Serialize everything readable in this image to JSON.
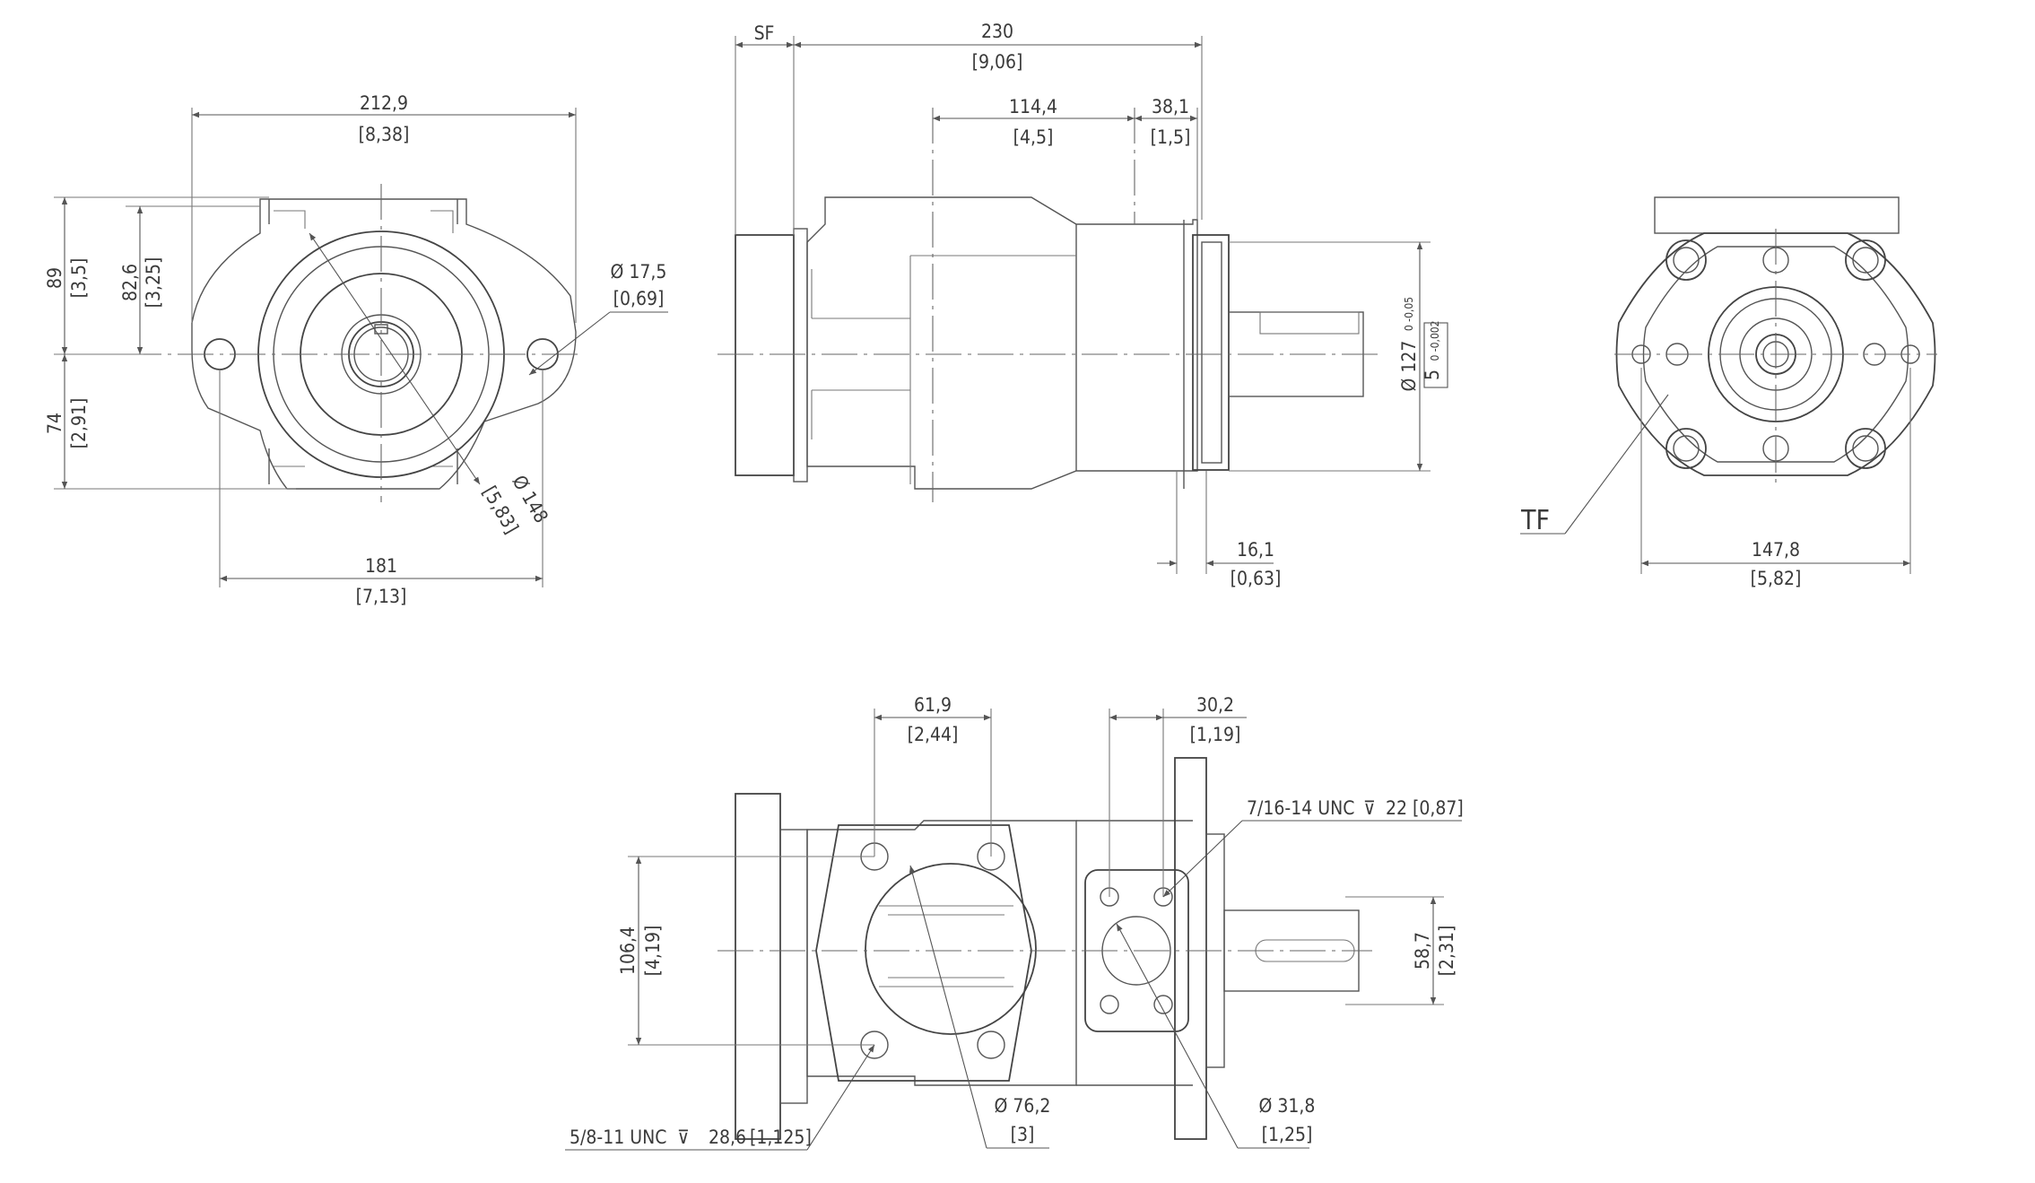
{
  "front_view": {
    "overall_width": {
      "value": "212,9",
      "inch": "[8,38]"
    },
    "height_top": {
      "value": "89",
      "inch": "[3,5]"
    },
    "height_top_inner": {
      "value": "82,6",
      "inch": "[3,25]"
    },
    "height_bottom": {
      "value": "74",
      "inch": "[2,91]"
    },
    "mount_hole": {
      "value": "Ø 17,5",
      "inch": "[0,69]"
    },
    "pilot_diameter": {
      "value": "Ø 148",
      "inch": "[5,83]"
    },
    "hole_spacing": {
      "value": "181",
      "inch": "[7,13]"
    }
  },
  "side_view": {
    "sf_label": "SF",
    "overall_length": {
      "value": "230",
      "inch": "[9,06]"
    },
    "port_offset": {
      "value": "114,4",
      "inch": "[4,5]"
    },
    "port_offset_2": {
      "value": "38,1",
      "inch": "[1,5]"
    },
    "pilot_diameter": {
      "value": "Ø 127",
      "tol": "0  -0,05",
      "inch": "5",
      "inch_tol": "0  -0,002"
    },
    "flange_thickness": {
      "value": "16,1",
      "inch": "[0,63]"
    }
  },
  "rear_view": {
    "tf_label": "TF",
    "width": {
      "value": "147,8",
      "inch": "[5,82]"
    }
  },
  "bottom_view": {
    "inlet_spacing": {
      "value": "61,9",
      "inch": "[2,44]"
    },
    "outlet_spacing": {
      "value": "30,2",
      "inch": "[1,19]"
    },
    "outlet_thread": {
      "value": "7/16-14 UNC",
      "depth": "22",
      "inch": "[0,87]"
    },
    "inlet_height": {
      "value": "106,4",
      "inch": "[4,19]"
    },
    "outlet_height": {
      "value": "58,7",
      "inch": "[2,31]"
    },
    "inlet_thread": {
      "value": "5/8-11 UNC",
      "depth": "28,6",
      "inch": "[1,125]"
    },
    "inlet_diameter": {
      "value": "Ø 76,2",
      "inch": "[3]"
    },
    "outlet_diameter": {
      "value": "Ø 31,8",
      "inch": "[1,25]"
    }
  }
}
